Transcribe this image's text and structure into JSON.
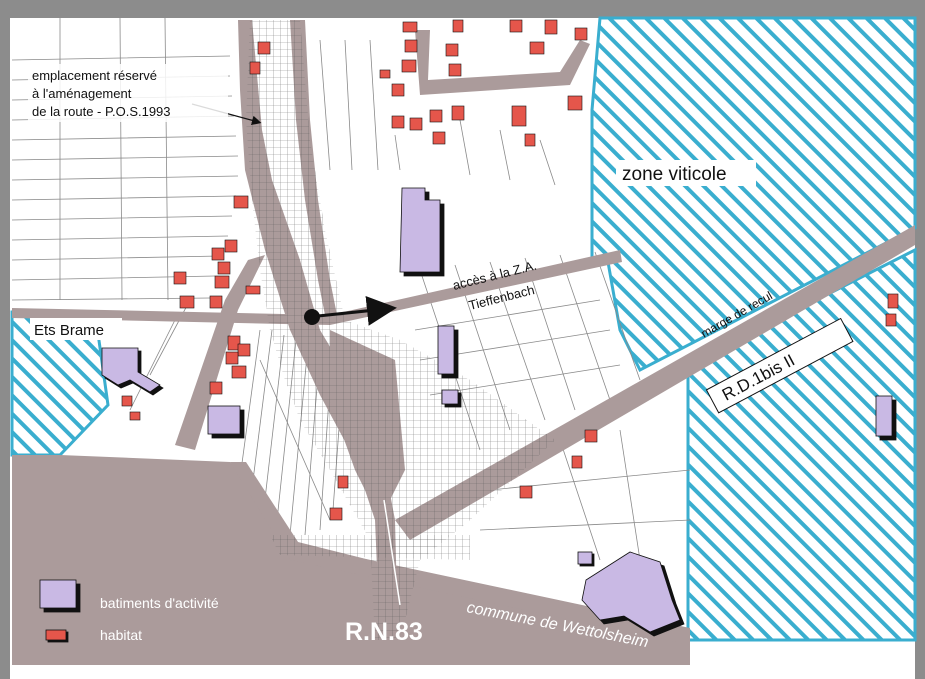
{
  "map": {
    "labels": {
      "reserve_line1": "emplacement réservé",
      "reserve_line2": "à l'aménagement",
      "reserve_line3": "de la route - P.O.S.1993",
      "zone_viticole": "zone viticole",
      "acces_line1": "accès à la Z.A.",
      "acces_line2": "Tieffenbach",
      "marge_recul": "marge de recul",
      "rd1bis": "R.D.1bis II",
      "ets_brame": "Ets Brame",
      "rn83": "R.N.83",
      "commune": "commune de Wettolsheim"
    },
    "legend": {
      "activite": "batiments d'activité",
      "habitat": "habitat"
    },
    "colors": {
      "road": "#ab9b9b",
      "vineyard_hatch": "#3aaecf",
      "habitat": "#e5564b",
      "activite": "#c9b9e4",
      "frame": "#8c8c8c"
    }
  }
}
